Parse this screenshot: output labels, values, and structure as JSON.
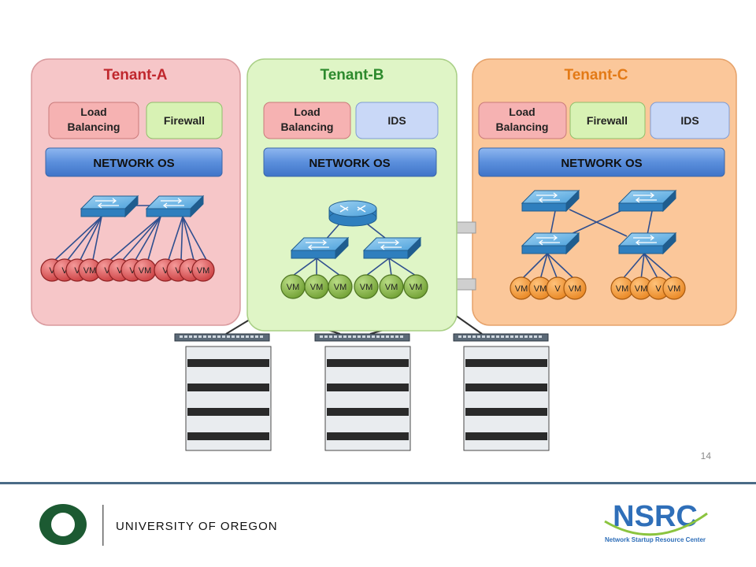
{
  "slide": {
    "page_number": "14",
    "footer": {
      "university": "UNIVERSITY OF OREGON",
      "org_logo_text": "NSRC",
      "org_name": "Network Startup Resource Center"
    }
  },
  "vm_label": "VM",
  "tenants": [
    {
      "id": "a",
      "name": "Tenant-A",
      "services": [
        "Load\nBalancing",
        "Firewall"
      ],
      "network_os": "NETWORK OS",
      "vm_groups": [
        [
          "V",
          "V",
          "V",
          "VM"
        ],
        [
          "V",
          "V",
          "V",
          "VM"
        ],
        [
          "V",
          "V",
          "V",
          "VM"
        ]
      ]
    },
    {
      "id": "b",
      "name": "Tenant-B",
      "services": [
        "Load\nBalancing",
        "IDS"
      ],
      "network_os": "NETWORK OS",
      "vm_groups": [
        [
          "VM",
          "VM",
          "VM"
        ],
        [
          "VM",
          "VM",
          "VM"
        ]
      ]
    },
    {
      "id": "c",
      "name": "Tenant-C",
      "services": [
        "Load\nBalancing",
        "Firewall",
        "IDS"
      ],
      "network_os": "NETWORK OS",
      "vm_groups": [
        [
          "VM",
          "VM",
          "V",
          "VM"
        ],
        [
          "VM",
          "VM",
          "V",
          "VM"
        ]
      ]
    }
  ],
  "colors": {
    "tenant_a_bg": "#f6c6c8",
    "tenant_a_title": "#c0272d",
    "tenant_b_bg": "#dff5c6",
    "tenant_b_title": "#2d8a2d",
    "tenant_c_bg": "#fbc79a",
    "tenant_c_title": "#e37a16",
    "vm_red": "#d9484a",
    "vm_green": "#7fae3c",
    "vm_orange": "#f0952c",
    "vm_blue": "#5e8fd6",
    "network_os_blue": "#5b8fdc",
    "lb_red": "#f6b2b2",
    "firewall_green": "#d8f2b4",
    "ids_blue": "#c9d8f7",
    "switch_blue": "#3e90cf",
    "footer_line": "#4a6b86",
    "oregon_green": "#1c5a32",
    "nsrc_blue": "#2f6fb9"
  },
  "physical_racks": [
    {
      "rows": [
        [
          "green",
          "orange",
          "orange"
        ],
        [
          "green",
          "blue",
          "orange"
        ],
        [
          "red",
          "red",
          "blue"
        ],
        [
          "red",
          "red",
          "blue"
        ]
      ]
    },
    {
      "rows": [
        [
          "blue",
          "red",
          "red"
        ],
        [
          "blue",
          "red",
          "red"
        ],
        [
          "green",
          "orange",
          "orange"
        ],
        [
          "green",
          "blue",
          "orange"
        ]
      ]
    },
    {
      "rows": [
        [
          "green",
          "blue",
          "orange"
        ],
        [
          "green",
          "blue",
          "orange"
        ],
        [
          "red",
          "red",
          "blue"
        ],
        [
          "red",
          "red",
          "blue"
        ]
      ]
    }
  ]
}
